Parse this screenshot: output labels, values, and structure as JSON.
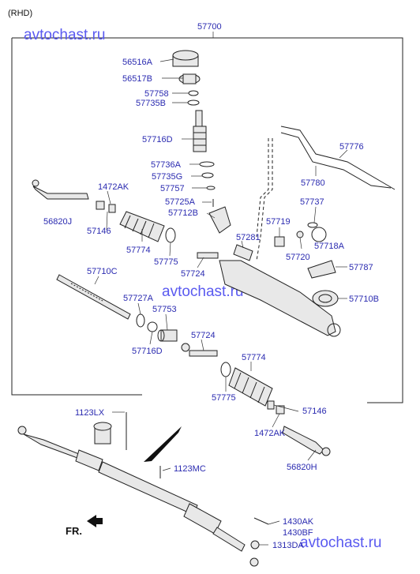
{
  "header": {
    "variant": "(RHD)",
    "assembly_number": "57700"
  },
  "watermarks": [
    "avtochast.ru",
    "avtochast.ru",
    "avtochast.ru"
  ],
  "direction": {
    "label": "FR."
  },
  "parts": {
    "p56516A": "56516A",
    "p56517B": "56517B",
    "p57758": "57758",
    "p57735B": "57735B",
    "p57716D_top": "57716D",
    "p57736A": "57736A",
    "p57735G": "57735G",
    "p57757": "57757",
    "p57725A": "57725A",
    "p57712B": "57712B",
    "p1472AK_top": "1472AK",
    "p56820J": "56820J",
    "p57146_top": "57146",
    "p57774_top": "57774",
    "p57775_top": "57775",
    "p57724_top": "57724",
    "p57281": "57281",
    "p57719": "57719",
    "p57737": "57737",
    "p57720": "57720",
    "p57718A": "57718A",
    "p57787": "57787",
    "p57776": "57776",
    "p57780": "57780",
    "p57710C": "57710C",
    "p57727A": "57727A",
    "p57753": "57753",
    "p57716D_mid": "57716D",
    "p57710B": "57710B",
    "p57724_bot": "57724",
    "p57774_bot": "57774",
    "p57775_bot": "57775",
    "p57146_bot": "57146",
    "p1472AK_bot": "1472AK",
    "p56820H": "56820H",
    "p1123LX": "1123LX",
    "p1123MC": "1123MC",
    "p1430AK": "1430AK",
    "p1430BF": "1430BF",
    "p1313DA": "1313DA"
  }
}
